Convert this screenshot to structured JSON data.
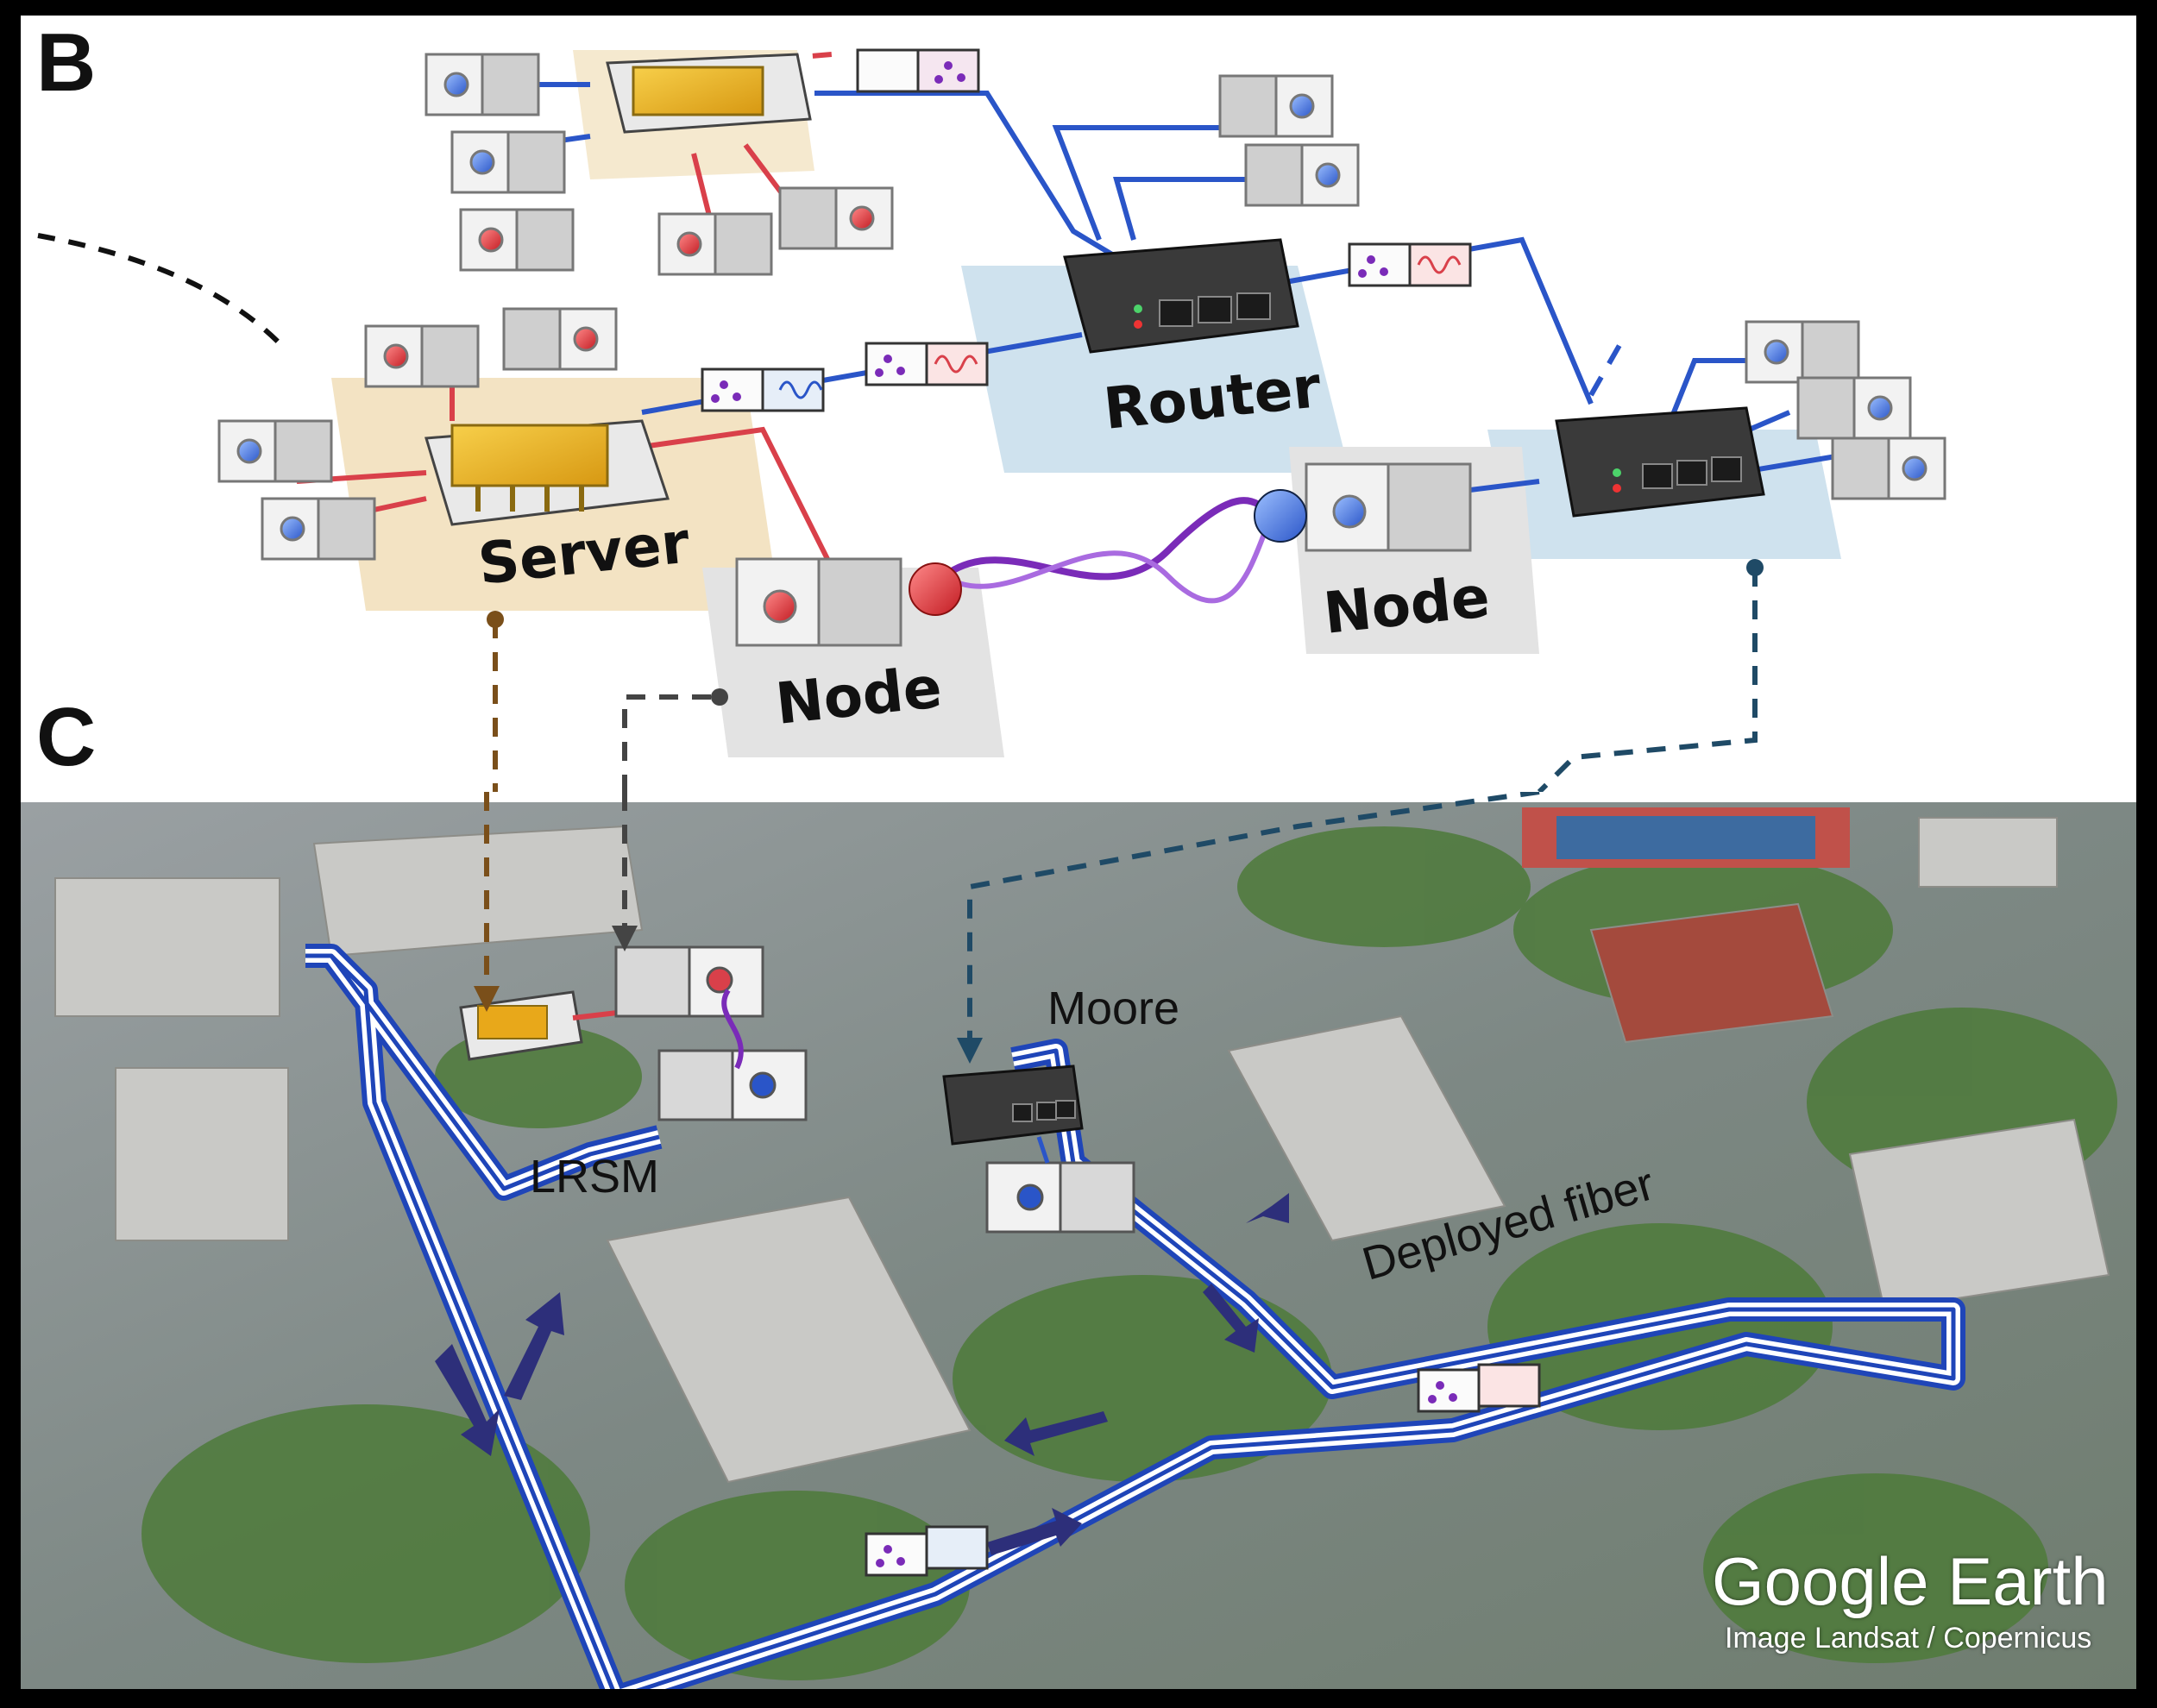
{
  "panels": {
    "b": {
      "letter": "B",
      "labels": {
        "server": "Server",
        "router": "Router",
        "node_left": "Node",
        "node_right": "Node"
      }
    },
    "c": {
      "letter": "C",
      "labels": {
        "lrsm": "LRSM",
        "moore": "Moore",
        "deployed_fiber": "Deployed fiber"
      },
      "watermark": {
        "brand": "Google Earth",
        "credit": "Image Landsat / Copernicus"
      }
    }
  },
  "colors": {
    "fiber_blue": "#2a55c8",
    "server_red": "#d9404a",
    "entangle_purple": "#7a2bb8",
    "server_tint": "#f3e3c3",
    "router_tint": "#cfe2ee",
    "node_tint": "#e3e3e3",
    "gold_chip": "#e8a81a",
    "dark_box": "#3a3a3a"
  },
  "icons": [
    "qubit-node-icon",
    "server-chip-icon",
    "router-icon",
    "entanglement-icon",
    "photon-packet-icon",
    "direction-arrow-icon"
  ]
}
